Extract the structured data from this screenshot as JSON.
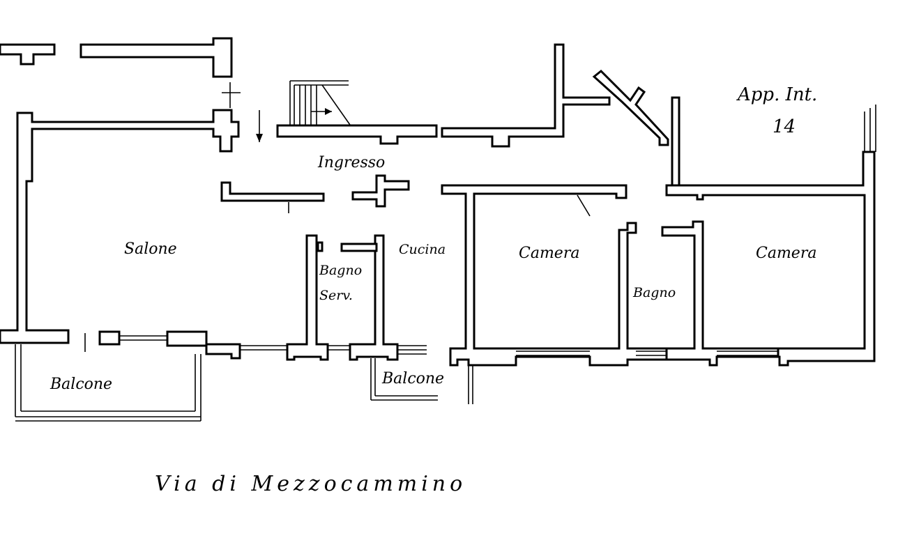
{
  "plan": {
    "rooms": {
      "ingresso": "Ingresso",
      "salone": "Salone",
      "bagno_serv_line1": "Bagno",
      "bagno_serv_line2": "Serv.",
      "cucina": "Cucina",
      "camera_1": "Camera",
      "camera_2": "Camera",
      "bagno": "Bagno",
      "balcone_1": "Balcone",
      "balcone_2": "Balcone"
    },
    "unit_label_line1": "App. Int.",
    "unit_label_line2": "14",
    "street": "Via di Mezzocammino"
  },
  "colors": {
    "ink": "#000000",
    "paper": "#ffffff"
  }
}
